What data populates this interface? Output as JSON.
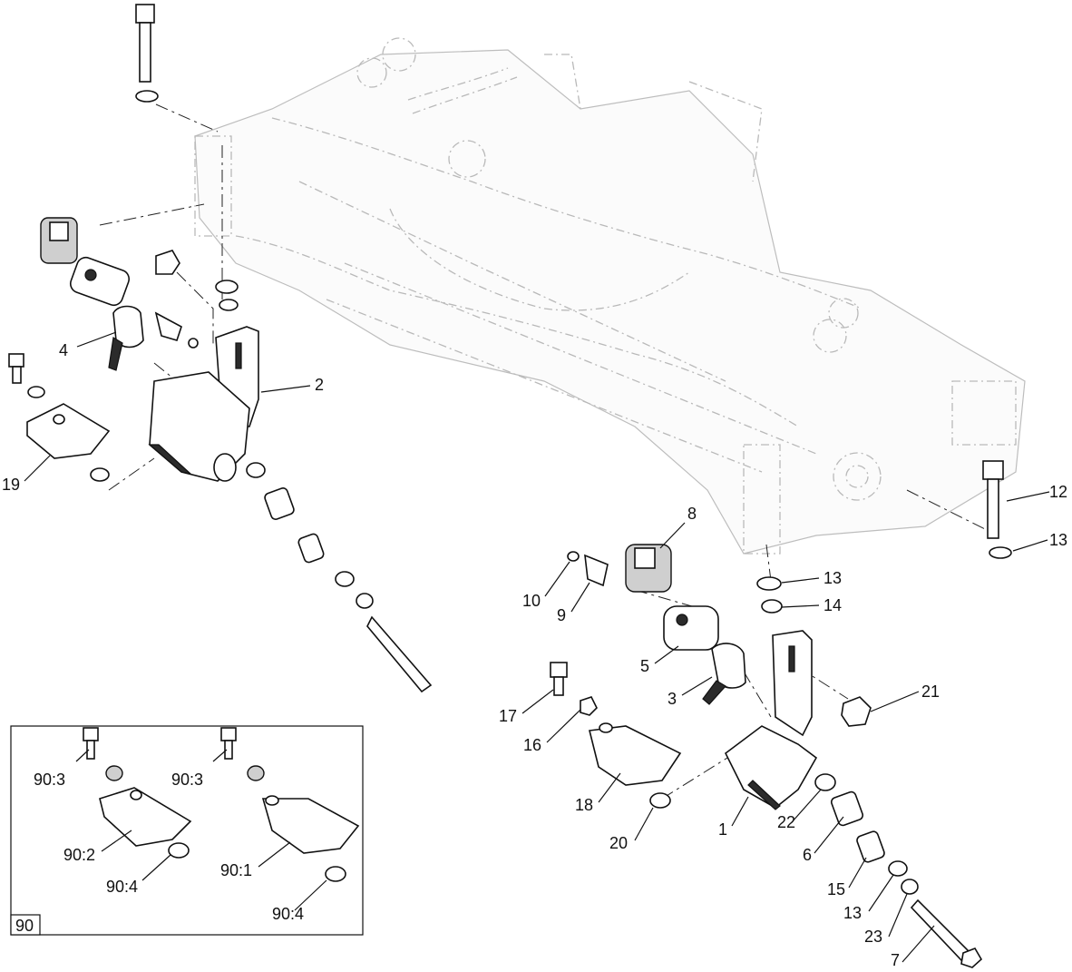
{
  "callouts": [
    {
      "id": "c1",
      "label": "1"
    },
    {
      "id": "c2",
      "label": "2"
    },
    {
      "id": "c3",
      "label": "3"
    },
    {
      "id": "c4",
      "label": "4"
    },
    {
      "id": "c5",
      "label": "5"
    },
    {
      "id": "c6",
      "label": "6"
    },
    {
      "id": "c7",
      "label": "7"
    },
    {
      "id": "c8",
      "label": "8"
    },
    {
      "id": "c9",
      "label": "9"
    },
    {
      "id": "c10",
      "label": "10"
    },
    {
      "id": "c12",
      "label": "12"
    },
    {
      "id": "c13a",
      "label": "13"
    },
    {
      "id": "c13b",
      "label": "13"
    },
    {
      "id": "c13c",
      "label": "13"
    },
    {
      "id": "c14",
      "label": "14"
    },
    {
      "id": "c15",
      "label": "15"
    },
    {
      "id": "c16",
      "label": "16"
    },
    {
      "id": "c17",
      "label": "17"
    },
    {
      "id": "c18",
      "label": "18"
    },
    {
      "id": "c19",
      "label": "19"
    },
    {
      "id": "c20",
      "label": "20"
    },
    {
      "id": "c21",
      "label": "21"
    },
    {
      "id": "c22",
      "label": "22"
    },
    {
      "id": "c23",
      "label": "23"
    }
  ],
  "inset": {
    "tag": "90",
    "callouts": [
      {
        "id": "i903a",
        "label": "90:3"
      },
      {
        "id": "i903b",
        "label": "90:3"
      },
      {
        "id": "i902",
        "label": "90:2"
      },
      {
        "id": "i901",
        "label": "90:1"
      },
      {
        "id": "i904a",
        "label": "90:4"
      },
      {
        "id": "i904b",
        "label": "90:4"
      }
    ]
  }
}
